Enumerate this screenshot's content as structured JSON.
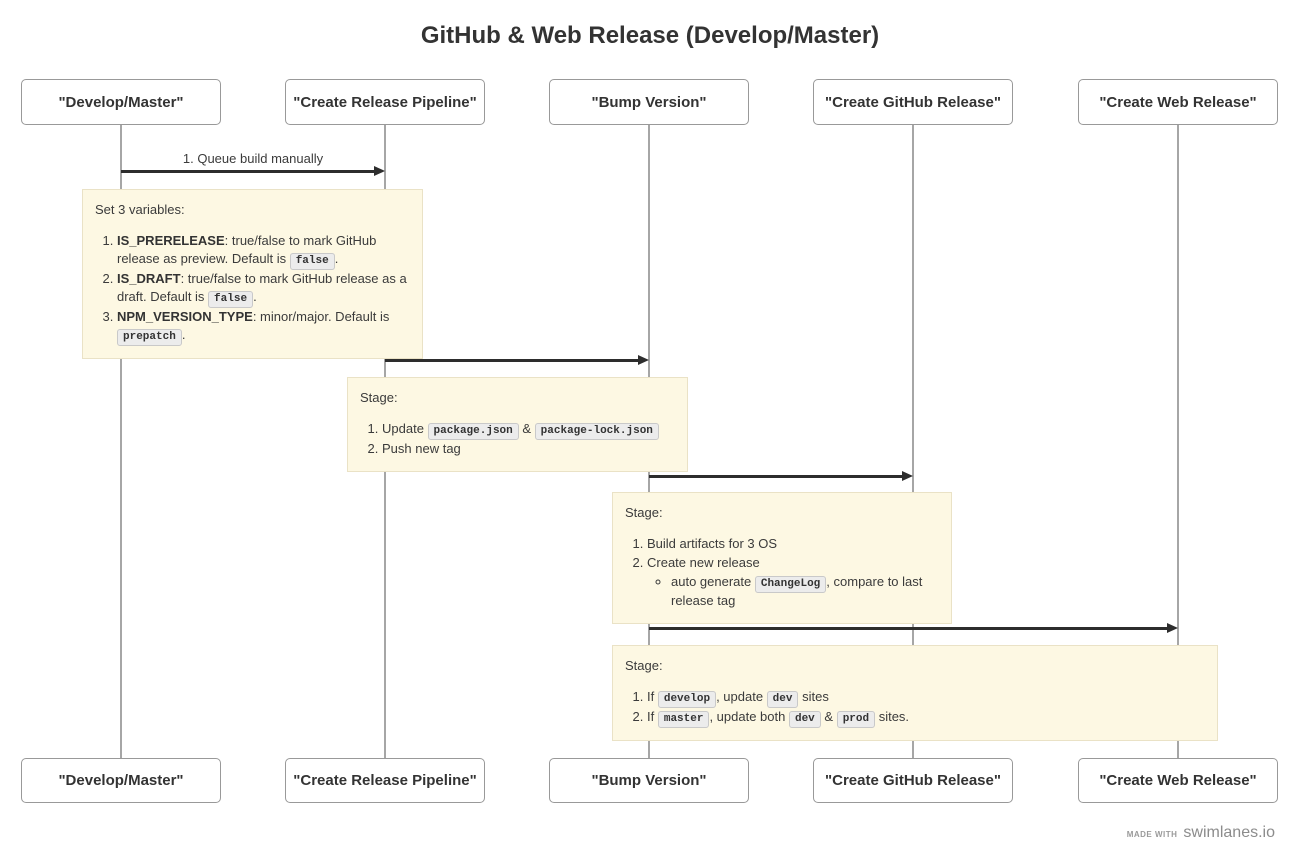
{
  "title": "GitHub & Web Release (Develop/Master)",
  "lanes": [
    {
      "label": "\"Develop/Master\""
    },
    {
      "label": "\"Create Release Pipeline\""
    },
    {
      "label": "\"Bump Version\""
    },
    {
      "label": "\"Create GitHub Release\""
    },
    {
      "label": "\"Create Web Release\""
    }
  ],
  "messages": [
    {
      "from": "Develop/Master",
      "to": "Create Release Pipeline",
      "label": "1. Queue build manually"
    },
    {
      "from": "Create Release Pipeline",
      "to": "Bump Version",
      "label": ""
    },
    {
      "from": "Bump Version",
      "to": "Create GitHub Release",
      "label": ""
    },
    {
      "from": "Bump Version",
      "to": "Create Web Release",
      "label": ""
    }
  ],
  "notes": [
    {
      "title": "Set 3 variables:",
      "over": [
        "Develop/Master",
        "Create Release Pipeline"
      ],
      "items": [
        {
          "segments": [
            {
              "t": "bold",
              "v": "IS_PRERELEASE"
            },
            {
              "t": "text",
              "v": ": true/false to mark GitHub release as preview. Default is "
            },
            {
              "t": "code",
              "v": "false"
            },
            {
              "t": "text",
              "v": "."
            }
          ]
        },
        {
          "segments": [
            {
              "t": "bold",
              "v": "IS_DRAFT"
            },
            {
              "t": "text",
              "v": ": true/false to mark GitHub release as a draft. Default is "
            },
            {
              "t": "code",
              "v": "false"
            },
            {
              "t": "text",
              "v": "."
            }
          ]
        },
        {
          "segments": [
            {
              "t": "bold",
              "v": "NPM_VERSION_TYPE"
            },
            {
              "t": "text",
              "v": ": minor/major. Default is "
            },
            {
              "t": "code",
              "v": "prepatch"
            },
            {
              "t": "text",
              "v": "."
            }
          ]
        }
      ]
    },
    {
      "title": "Stage:",
      "over": [
        "Create Release Pipeline",
        "Bump Version"
      ],
      "items": [
        {
          "segments": [
            {
              "t": "text",
              "v": "Update "
            },
            {
              "t": "code",
              "v": "package.json"
            },
            {
              "t": "text",
              "v": " & "
            },
            {
              "t": "code",
              "v": "package-lock.json"
            }
          ]
        },
        {
          "segments": [
            {
              "t": "text",
              "v": "Push new tag"
            }
          ]
        }
      ]
    },
    {
      "title": "Stage:",
      "over": [
        "Bump Version",
        "Create GitHub Release"
      ],
      "items": [
        {
          "segments": [
            {
              "t": "text",
              "v": "Build artifacts for 3 OS"
            }
          ]
        },
        {
          "segments": [
            {
              "t": "text",
              "v": "Create new release"
            }
          ],
          "sub_items": [
            {
              "segments": [
                {
                  "t": "text",
                  "v": "auto generate "
                },
                {
                  "t": "code",
                  "v": "ChangeLog"
                },
                {
                  "t": "text",
                  "v": ", compare to last release tag"
                }
              ]
            }
          ]
        }
      ]
    },
    {
      "title": "Stage:",
      "over": [
        "Bump Version",
        "Create Web Release"
      ],
      "items": [
        {
          "segments": [
            {
              "t": "text",
              "v": "If "
            },
            {
              "t": "code",
              "v": "develop"
            },
            {
              "t": "text",
              "v": ", update "
            },
            {
              "t": "code",
              "v": "dev"
            },
            {
              "t": "text",
              "v": " sites"
            }
          ]
        },
        {
          "segments": [
            {
              "t": "text",
              "v": "If "
            },
            {
              "t": "code",
              "v": "master"
            },
            {
              "t": "text",
              "v": ", update both "
            },
            {
              "t": "code",
              "v": "dev"
            },
            {
              "t": "text",
              "v": " & "
            },
            {
              "t": "code",
              "v": "prod"
            },
            {
              "t": "text",
              "v": " sites."
            }
          ]
        }
      ]
    }
  ],
  "footer": {
    "made_with": "MADE WITH",
    "brand": "swimlanes.io"
  },
  "colors": {
    "note_bg": "#fdf8e3",
    "note_border": "#eae2c6",
    "code_bg": "#ececec",
    "code_border": "#c9c9c9",
    "lifeline": "#a6a6a6",
    "arrow": "#2d2d2d",
    "actor_border": "#999999",
    "text": "#3b3b3b",
    "title": "#333333",
    "footer_gray": "#8c8c8c"
  }
}
